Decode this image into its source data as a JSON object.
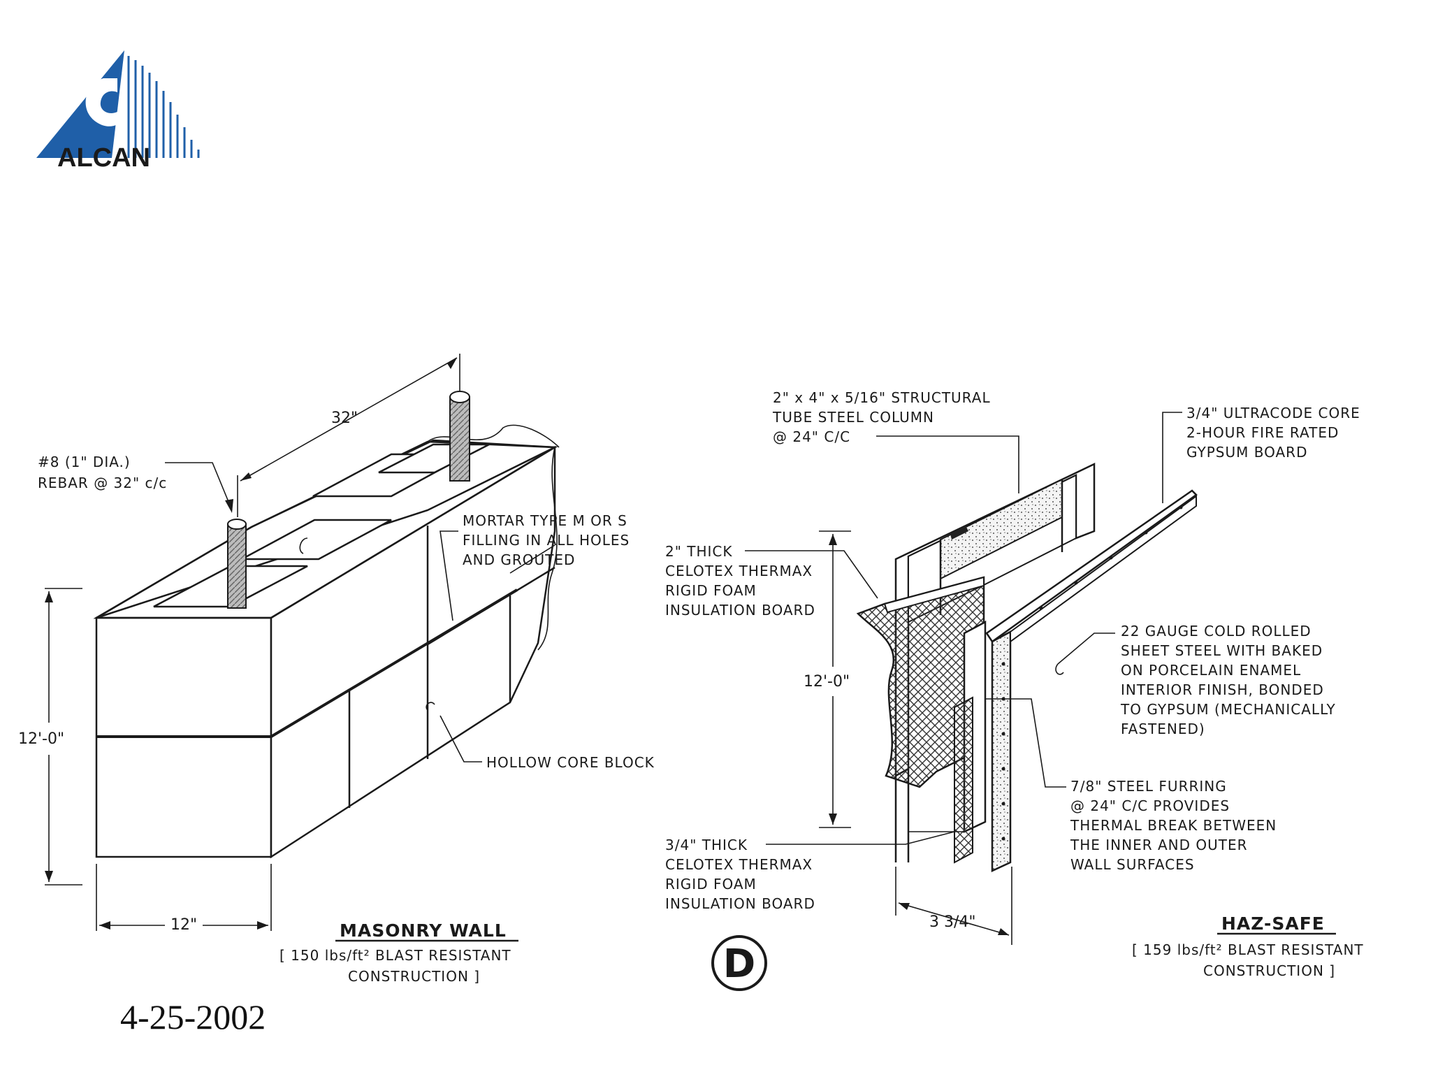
{
  "logo": {
    "word": "ALCAN",
    "color": "#1f5fa8"
  },
  "date": "4-25-2002",
  "masonry": {
    "title": "MASONRY WALL",
    "subtitle_1": "[ 150 lbs/ft² BLAST RESISTANT",
    "subtitle_2": "CONSTRUCTION ]",
    "rebar_1": "#8 (1\" DIA.)",
    "rebar_2": "REBAR @ 32\" c/c",
    "mortar_1": "MORTAR TYPE M OR S",
    "mortar_2": "FILLING IN ALL HOLES",
    "mortar_3": "AND GROUTED",
    "hollow": "HOLLOW CORE BLOCK",
    "dim_32": "32\"",
    "dim_height": "12'-0\"",
    "dim_width": "12\""
  },
  "circle_letter": "D",
  "hazsafe": {
    "title": "HAZ-SAFE",
    "subtitle_1": "[ 159 lbs/ft² BLAST RESISTANT",
    "subtitle_2": "CONSTRUCTION ]",
    "column_1": "2\" x 4\" x 5/16\" STRUCTURAL",
    "column_2": "TUBE STEEL COLUMN",
    "column_3": "@ 24\" C/C",
    "gypsum_1": "3/4\" ULTRACODE CORE",
    "gypsum_2": "2-HOUR FIRE RATED",
    "gypsum_3": "GYPSUM BOARD",
    "insul2_1": "2\" THICK",
    "insul2_2": "CELOTEX THERMAX",
    "insul2_3": "RIGID FOAM",
    "insul2_4": "INSULATION BOARD",
    "steel_1": "22 GAUGE COLD ROLLED",
    "steel_2": "SHEET STEEL WITH BAKED",
    "steel_3": "ON PORCELAIN ENAMEL",
    "steel_4": "INTERIOR FINISH, BONDED",
    "steel_5": "TO GYPSUM (MECHANICALLY",
    "steel_6": "FASTENED)",
    "furring_1": "7/8\" STEEL FURRING",
    "furring_2": "@ 24\" C/C PROVIDES",
    "furring_3": "THERMAL BREAK BETWEEN",
    "furring_4": "THE INNER AND OUTER",
    "furring_5": "WALL SURFACES",
    "insul34_1": "3/4\" THICK",
    "insul34_2": "CELOTEX THERMAX",
    "insul34_3": "RIGID FOAM",
    "insul34_4": "INSULATION BOARD",
    "dim_height": "12'-0\"",
    "dim_depth": "3 3/4\""
  }
}
